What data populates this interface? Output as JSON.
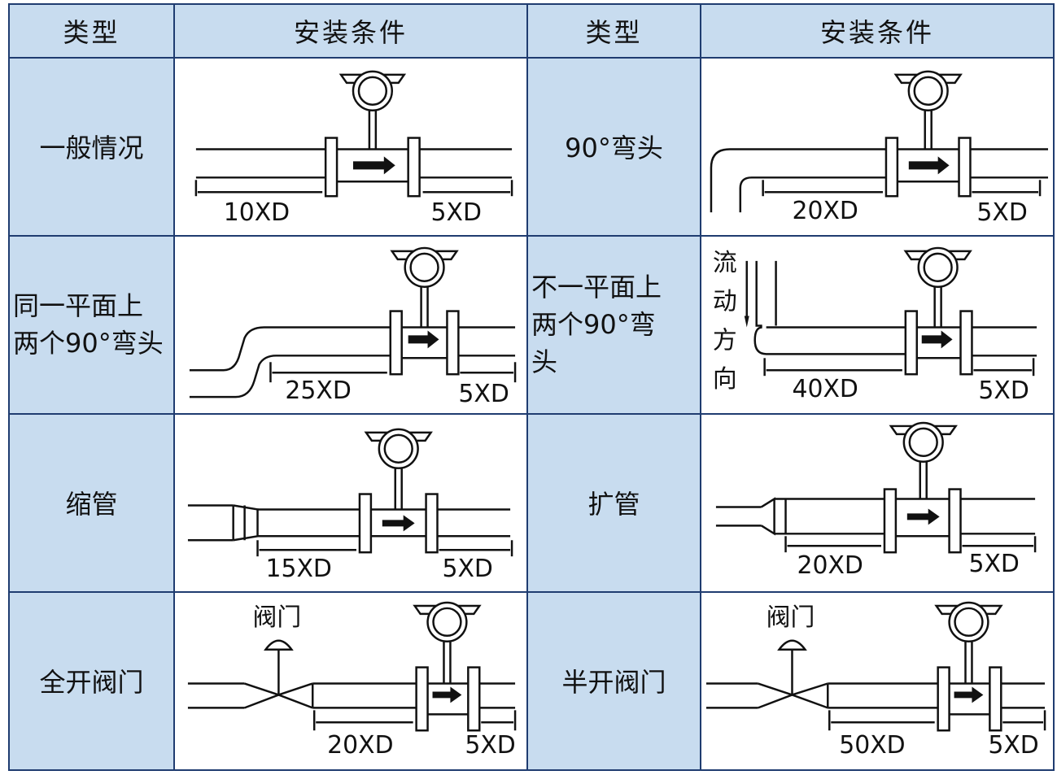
{
  "header": {
    "type_label": "类型",
    "condition_label": "安装条件"
  },
  "rows": [
    {
      "left": {
        "type": "一般情况",
        "upstream": "10XD",
        "downstream": "5XD"
      },
      "right": {
        "type": "90°弯头",
        "upstream": "20XD",
        "downstream": "5XD"
      }
    },
    {
      "left": {
        "type_lines": [
          "同一平面上",
          "两个90°弯头"
        ],
        "upstream": "25XD",
        "downstream": "5XD"
      },
      "right": {
        "type_lines": [
          "不一平面上",
          "两个90°弯",
          "头"
        ],
        "flow_label": [
          "流",
          "动",
          "方",
          "向"
        ],
        "upstream": "40XD",
        "downstream": "5XD"
      }
    },
    {
      "left": {
        "type": "缩管",
        "upstream": "15XD",
        "downstream": "5XD"
      },
      "right": {
        "type": "扩管",
        "upstream": "20XD",
        "downstream": "5XD"
      }
    },
    {
      "left": {
        "type": "全开阀门",
        "valve_label": "阀门",
        "upstream": "20XD",
        "downstream": "5XD"
      },
      "right": {
        "type": "半开阀门",
        "valve_label": "阀门",
        "upstream": "50XD",
        "downstream": "5XD"
      }
    }
  ],
  "colors": {
    "header_bg": "#c8dcef",
    "border": "#1f3c70",
    "drawing": "#111111"
  },
  "icons": [
    "flowmeter-icon",
    "flow-arrow-icon",
    "valve-icon",
    "dimension-arrow-icon"
  ]
}
